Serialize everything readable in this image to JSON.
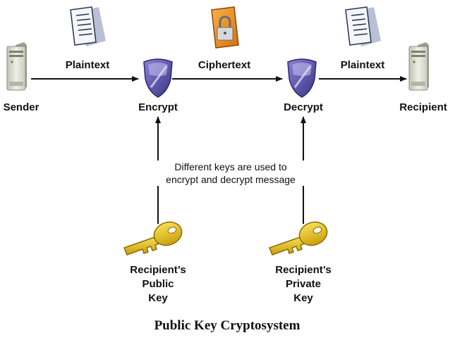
{
  "nodes": {
    "sender": "Sender",
    "encrypt": "Encrypt",
    "decrypt": "Decrypt",
    "recipient": "Recipient"
  },
  "edges": {
    "plaintext_in": "Plaintext",
    "ciphertext": "Ciphertext",
    "plaintext_out": "Plaintext"
  },
  "keys": {
    "public_line1": "Recipient’s",
    "public_line2": "Public",
    "public_line3": "Key",
    "private_line1": "Recipient’s",
    "private_line2": "Private",
    "private_line3": "Key"
  },
  "note": {
    "line1": "Different keys are used to",
    "line2": "encrypt and decrypt message"
  },
  "caption": "Public Key Cryptosystem",
  "icons": {
    "sender": "server-icon",
    "encrypt": "shield-icon",
    "decrypt": "shield-icon",
    "recipient": "server-icon",
    "plaintext_doc": "document-icon",
    "ciphertext_doc": "locked-document-icon",
    "public_key": "key-icon",
    "private_key": "key-icon"
  },
  "colors": {
    "shield": "#5a4fa8",
    "key": "#e8c21a",
    "lock_doc": "#f08a1c",
    "server": "#d9dccf",
    "arrow": "#111111"
  }
}
